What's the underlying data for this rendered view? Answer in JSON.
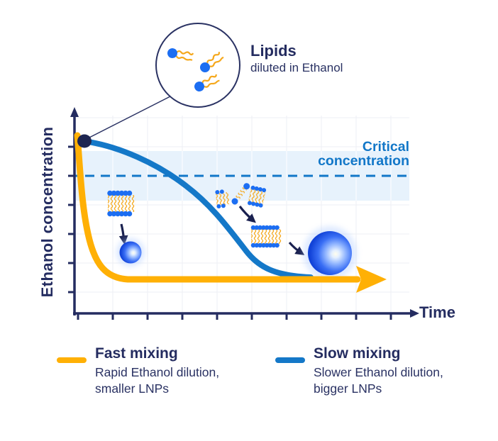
{
  "inset": {
    "title": "Lipids",
    "subtitle": "diluted in Ethanol"
  },
  "critical_label": {
    "line1": "Critical",
    "line2": "concentration"
  },
  "axes": {
    "x": "Time",
    "y": "Ethanol concentration"
  },
  "legend": [
    {
      "name": "Fast mixing",
      "desc1": "Rapid Ethanol dilution,",
      "desc2": "smaller LNPs",
      "color": "#FFB005"
    },
    {
      "name": "Slow mixing",
      "desc1": "Slower Ethanol dilution,",
      "desc2": "bigger LNPs",
      "color": "#1478C8"
    }
  ],
  "colors": {
    "navy_text": "#242C60",
    "axis_navy": "#242C60",
    "fast_orange": "#FFB005",
    "slow_blue": "#1478C8",
    "critical_blue": "#1277C8",
    "critical_band_fill": "#E7F2FC",
    "lipid_head_blue": "#1C6EF2",
    "lipid_tail_orange": "#F5A81C",
    "lnp_sphere_edge": "#1243D8",
    "lnp_sphere_highlight": "#FFFEEE"
  },
  "icons": {
    "inset_circle": "magnified view of free lipids in ethanol",
    "fast_stage1": "lipid-bilayer-fragment",
    "fast_stage2": "small-lnp-sphere",
    "slow_stage1": "scattered-bilayer-fragments",
    "slow_stage2": "large-bilayer-sheet",
    "slow_stage3": "large-lnp-sphere"
  },
  "chart_data": {
    "type": "line",
    "title": "",
    "xlabel": "Time",
    "ylabel": "Ethanol concentration",
    "x_range": "qualitative, no tick labels",
    "y_range": "qualitative, no tick labels",
    "grid": true,
    "legend_position": "below chart",
    "critical_band": {
      "label": "Critical concentration",
      "level_relative": 0.8,
      "band_relative": [
        0.66,
        0.94
      ],
      "style": "blue dashed horizontal line inside light-blue shaded band"
    },
    "series": [
      {
        "name": "Fast mixing",
        "color": "#FFB005",
        "note": "Rapid Ethanol dilution, smaller LNPs; curve ends in an arrow along the time axis",
        "points_relative": [
          [
            0,
            1.0
          ],
          [
            0.03,
            0.82
          ],
          [
            0.06,
            0.45
          ],
          [
            0.1,
            0.25
          ],
          [
            0.16,
            0.19
          ],
          [
            0.95,
            0.19
          ]
        ]
      },
      {
        "name": "Slow mixing",
        "color": "#1478C8",
        "note": "Slower Ethanol dilution, bigger LNPs",
        "points_relative": [
          [
            0,
            1.0
          ],
          [
            0.12,
            0.95
          ],
          [
            0.25,
            0.83
          ],
          [
            0.33,
            0.74
          ],
          [
            0.45,
            0.57
          ],
          [
            0.55,
            0.4
          ],
          [
            0.63,
            0.27
          ],
          [
            0.72,
            0.2
          ]
        ]
      }
    ],
    "pictograms": [
      "lipids diluted in ethanol (magnifier inset at curve origin)",
      "lipid bilayer sheet -> small LNP sphere on fast-mixing path",
      "scattered bilayer fragments -> large bilayer sheet -> large LNP sphere on slow-mixing path"
    ]
  }
}
